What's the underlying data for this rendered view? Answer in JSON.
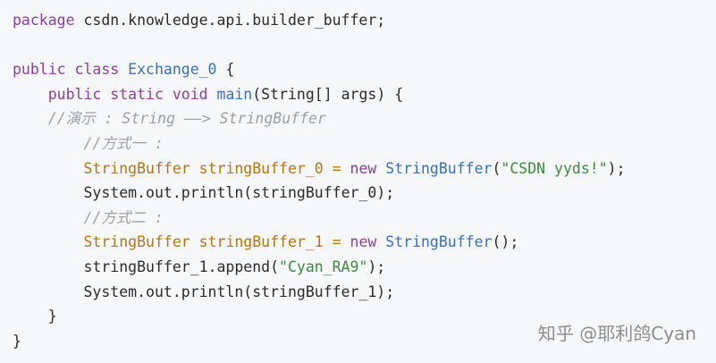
{
  "code": {
    "package_kw": "package",
    "package_name": " csdn.knowledge.api.builder_buffer;",
    "public_kw": "public",
    "class_kw": "class",
    "class_name": "Exchange_0",
    "class_open": " {",
    "method_mods": "public static void",
    "method_name": "main",
    "method_params": "(String[] args) {",
    "comment_main": "//演示 : String ——> StringBuffer",
    "comment_way1": "//方式一 :",
    "sb_type": "StringBuffer",
    "var0_decl": " stringBuffer_0 = ",
    "new_kw": "new",
    "sb_ctor": "StringBuffer",
    "str_literal_1": "\"CSDN yyds!\"",
    "line4_tail": ");",
    "println0": "System.out.println(stringBuffer_0);",
    "comment_way2": "//方式二 :",
    "var1_decl": " stringBuffer_1 = ",
    "ctor_empty_tail": "();",
    "append_head": "stringBuffer_1.append(",
    "str_literal_2": "\"Cyan_RA9\"",
    "append_tail": ");",
    "println1": "System.out.println(stringBuffer_1);",
    "close_method": "}",
    "close_class": "}"
  },
  "watermark": {
    "text": "知乎 @耶利鸽Cyan"
  },
  "colors": {
    "background": "#f6f7f9",
    "keyword": "#8a3f9e",
    "class_name": "#3b6fb6",
    "string": "#3f8a3f",
    "type": "#b2770d",
    "comment": "#9aa0a6"
  }
}
